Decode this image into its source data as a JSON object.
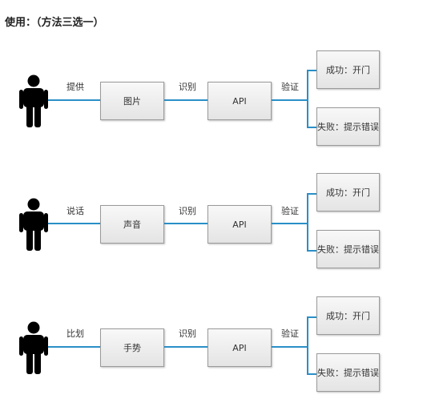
{
  "title": "使用：（方法三选一）",
  "rows": [
    {
      "input_label": "提供",
      "source": "图片",
      "recognize_label": "识别",
      "api": "API",
      "verify_label": "验证",
      "success": "成功：开门",
      "failure": "失败：提示错误"
    },
    {
      "input_label": "说话",
      "source": "声音",
      "recognize_label": "识别",
      "api": "API",
      "verify_label": "验证",
      "success": "成功：开门",
      "failure": "失败：提示错误"
    },
    {
      "input_label": "比划",
      "source": "手势",
      "recognize_label": "识别",
      "api": "API",
      "verify_label": "验证",
      "success": "成功：开门",
      "failure": "失败：提示错误"
    }
  ],
  "colors": {
    "connector": "#2a8fc7",
    "person": "#000000"
  },
  "icons": {
    "person": "person-icon"
  }
}
